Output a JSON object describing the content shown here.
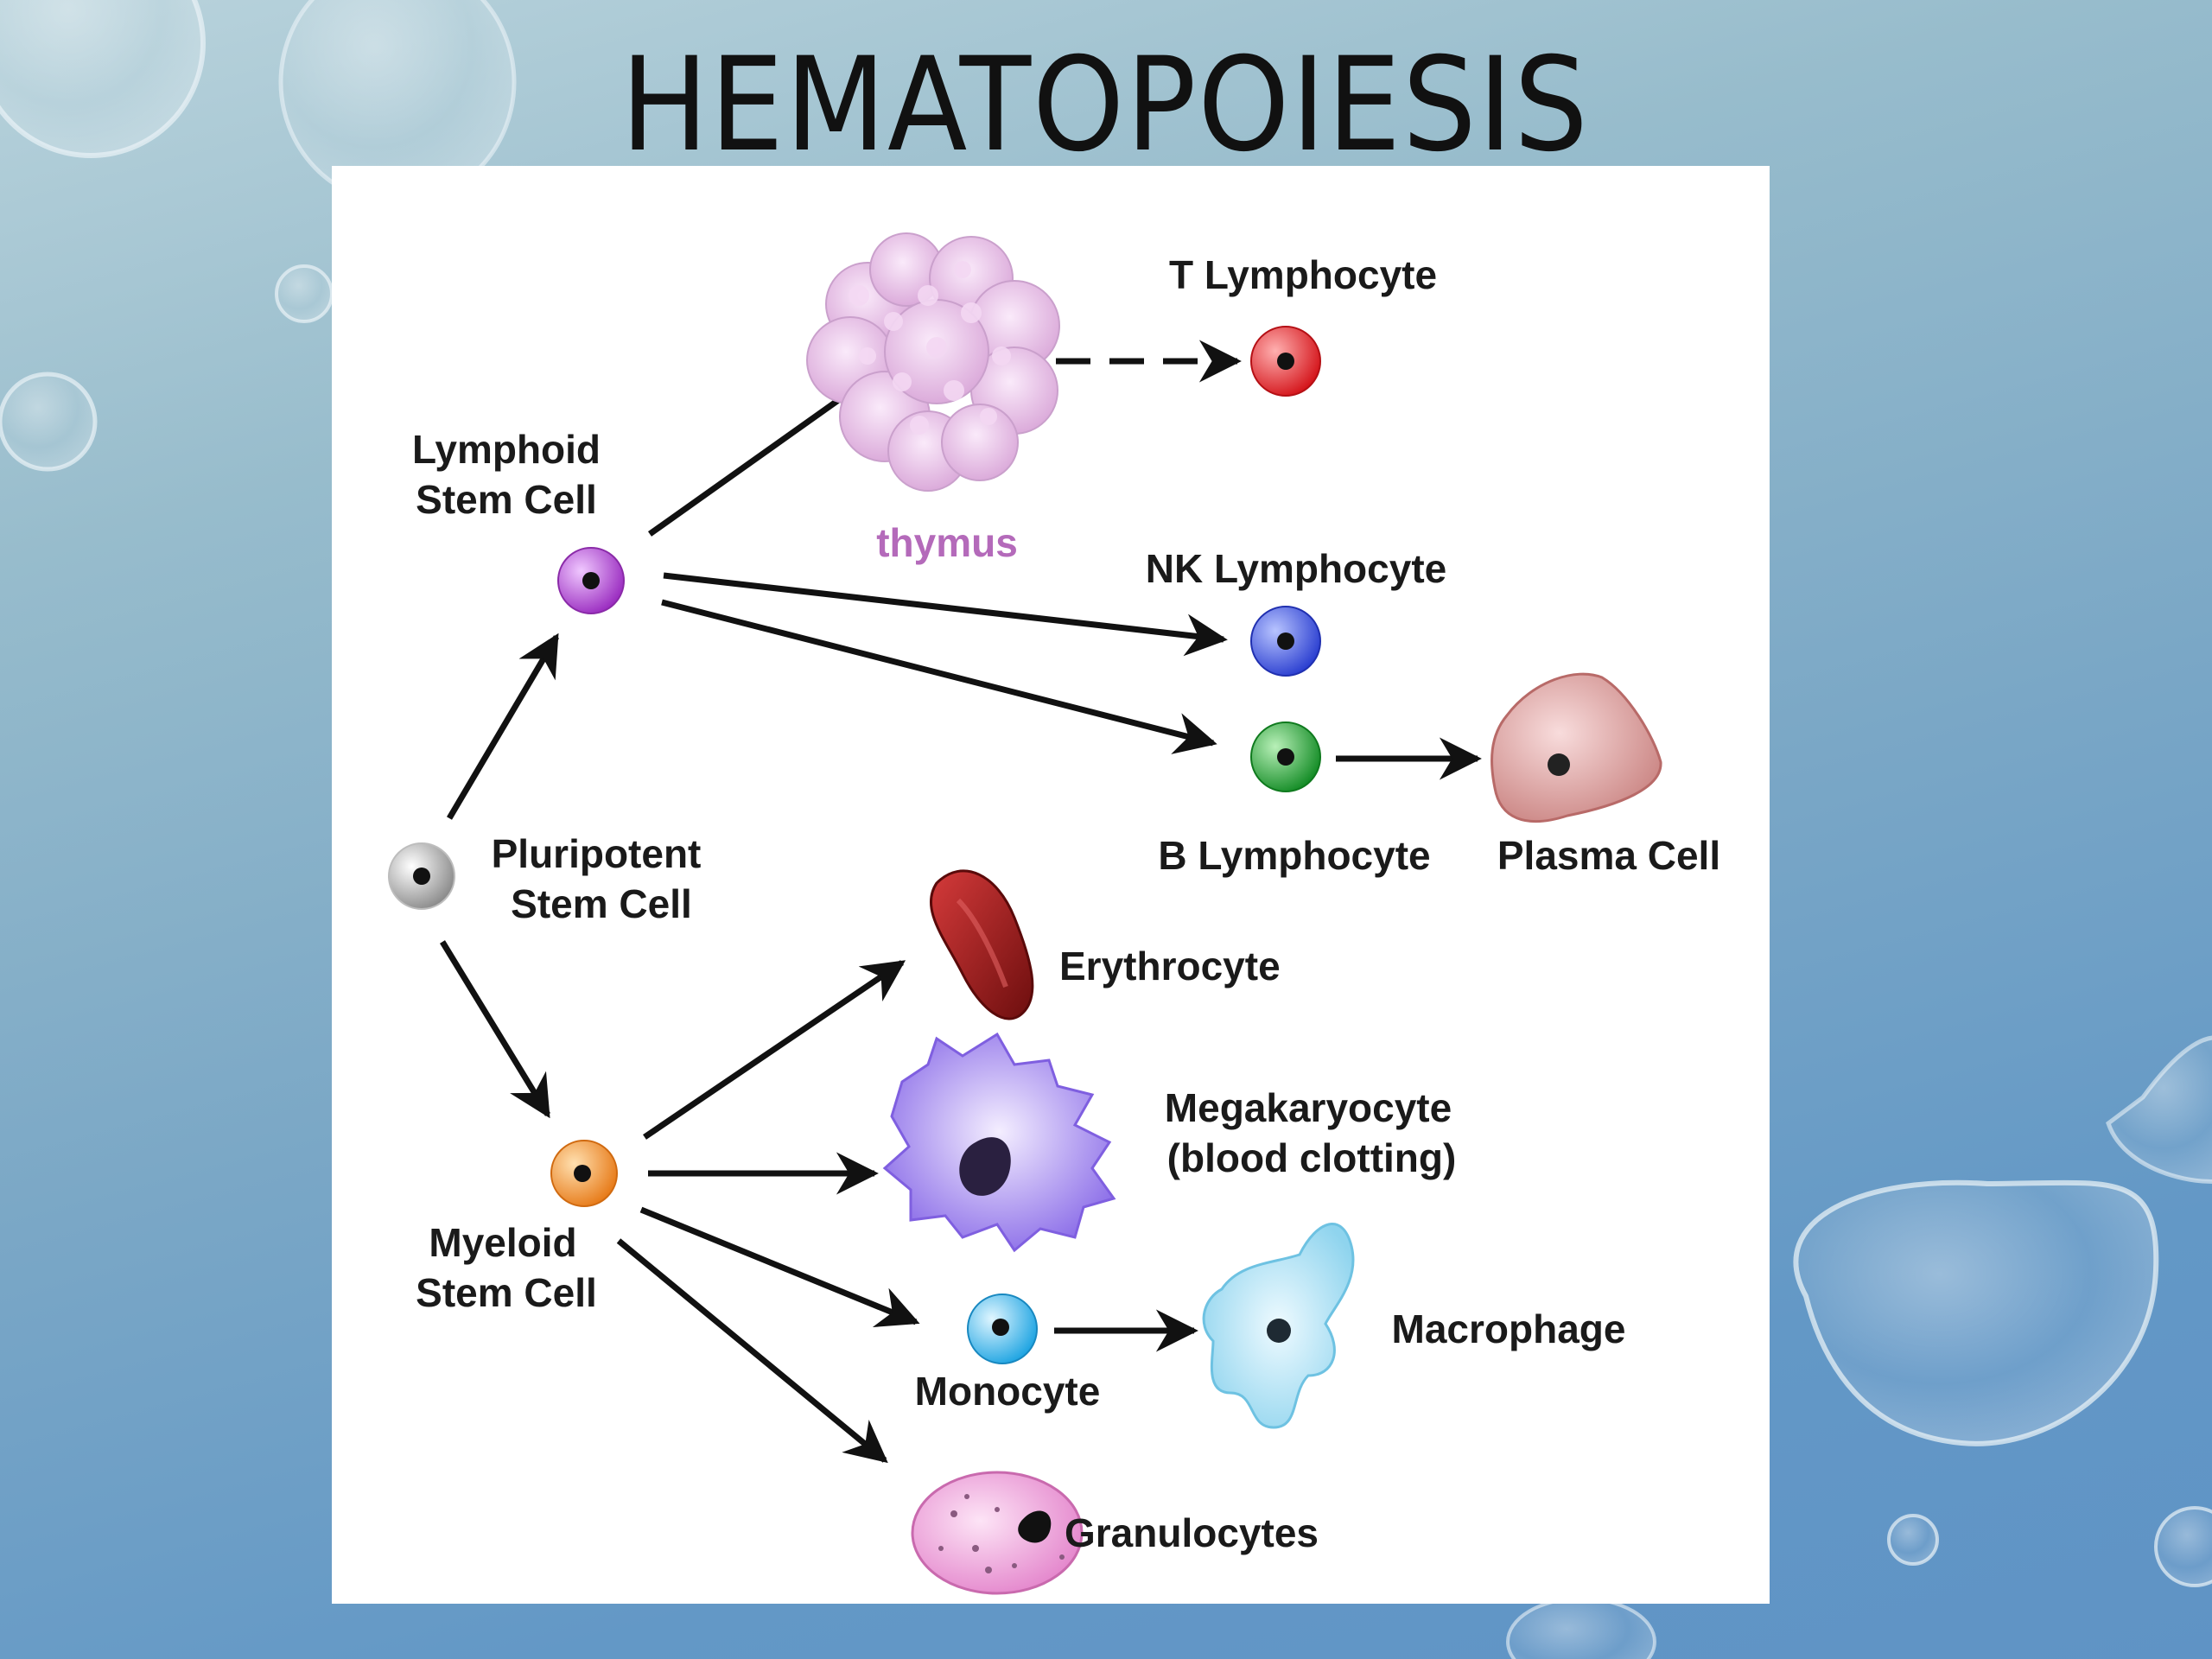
{
  "slide": {
    "title": "HEMATOPOIESIS"
  },
  "diagram": {
    "labels": {
      "lymphoid_line1": "Lymphoid",
      "lymphoid_line2": "Stem Cell",
      "pluripotent_line1": "Pluripotent",
      "pluripotent_line2": "Stem Cell",
      "myeloid_line1": "Myeloid",
      "myeloid_line2": "Stem Cell",
      "thymus": "thymus",
      "t_lymphocyte": "T Lymphocyte",
      "nk_lymphocyte": "NK Lymphocyte",
      "b_lymphocyte": "B Lymphocyte",
      "plasma_cell": "Plasma Cell",
      "erythrocyte": "Erythrocyte",
      "megakaryocyte_line1": "Megakaryocyte",
      "megakaryocyte_line2": "(blood clotting)",
      "monocyte": "Monocyte",
      "macrophage": "Macrophage",
      "granulocytes": "Granulocytes"
    },
    "colors": {
      "pluripotent": "#c8c8c8",
      "lymphoid": "#b84fd0",
      "myeloid": "#f39a3a",
      "t_lymphocyte": "#e8252a",
      "nk_lymphocyte": "#3c55e0",
      "b_lymphocyte": "#1fa834",
      "plasma": "#d89a98",
      "erythrocyte": "#9e1b1b",
      "megakaryocyte": "#9d84ec",
      "monocyte": "#3cb8ec",
      "macrophage": "#a6e0f2",
      "granulocyte": "#ee93d6",
      "thymus": "#e7bfe6",
      "thymus_text": "#b46aba"
    }
  }
}
